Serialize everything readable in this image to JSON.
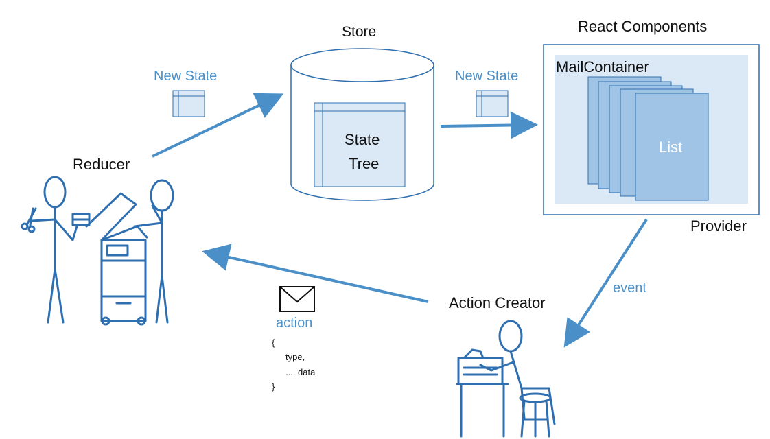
{
  "labels": {
    "store": "Store",
    "state_tree_line1": "State",
    "state_tree_line2": "Tree",
    "react_components": "React Components",
    "mail_container": "MailContainer",
    "list": "List",
    "provider": "Provider",
    "reducer": "Reducer",
    "action_creator": "Action Creator",
    "new_state_left": "New State",
    "new_state_right": "New State",
    "event": "event",
    "action": "action"
  },
  "action_payload": {
    "open": "{",
    "type_line": "type,",
    "data_line": ".... data",
    "close": "}"
  },
  "colors": {
    "accent": "#4a8fc7",
    "panel_fill": "#dbe8f5",
    "card_fill": "#9fc4e6",
    "stroke": "#2f6fb0"
  }
}
